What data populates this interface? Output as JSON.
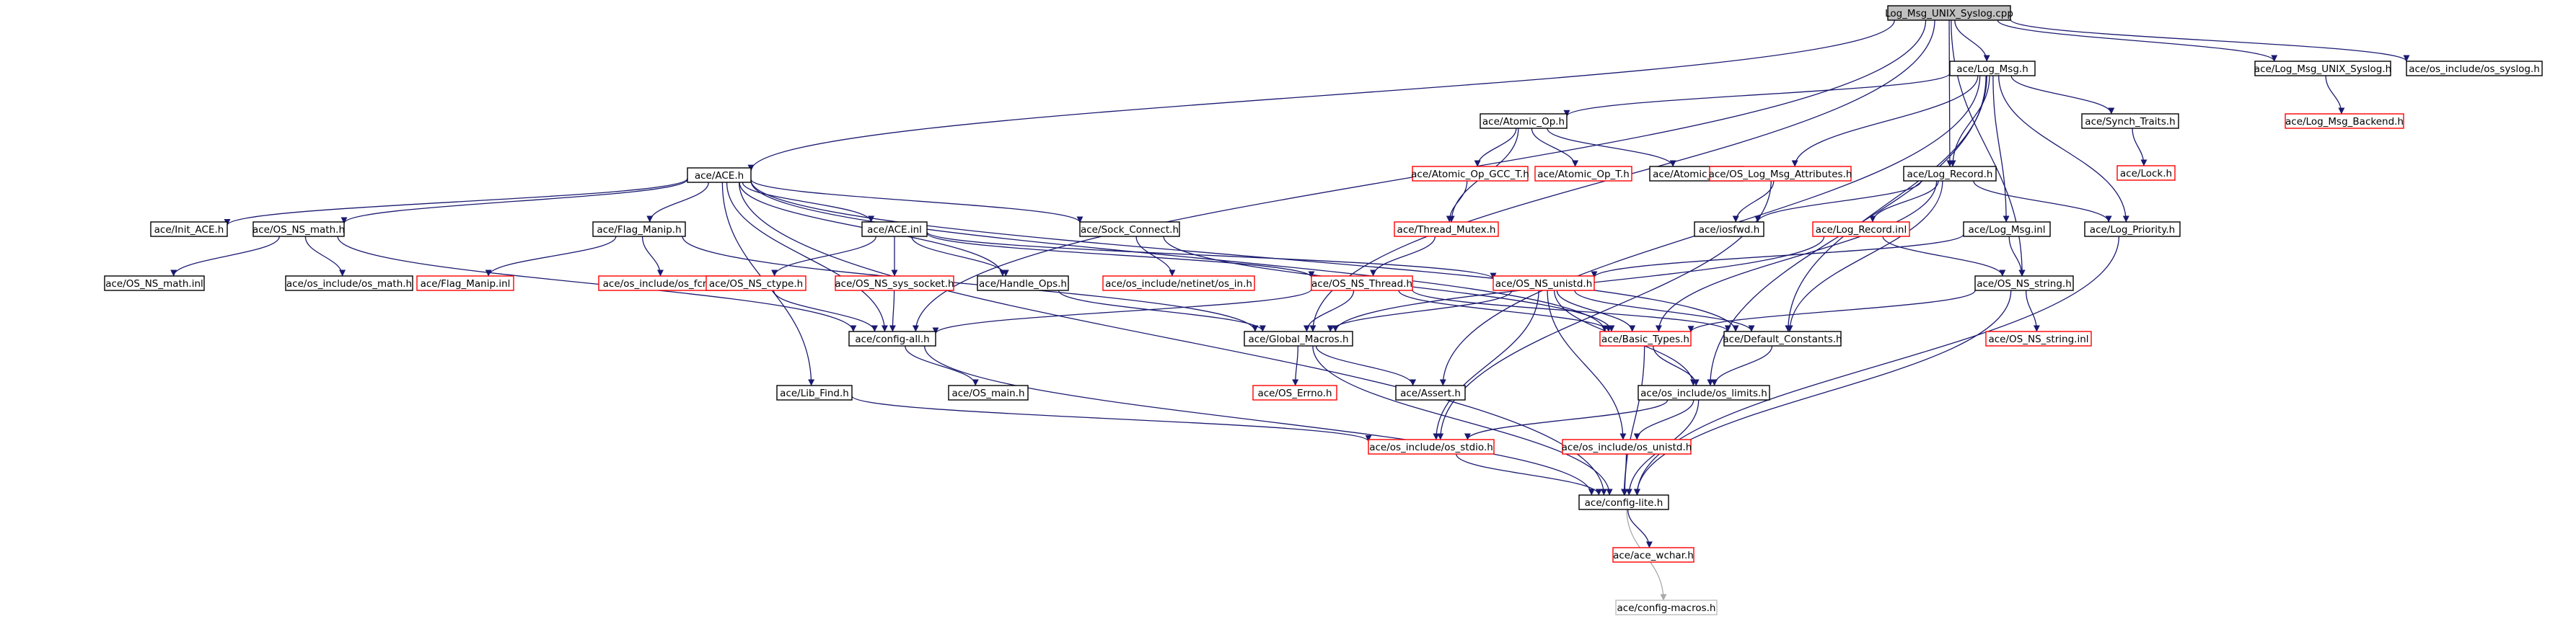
{
  "graph": {
    "nodes": [
      {
        "id": "root",
        "label": "Log_Msg_UNIX_Syslog.cpp",
        "style": "root"
      },
      {
        "id": "logmsg",
        "label": "ace/Log_Msg.h",
        "style": "black"
      },
      {
        "id": "unixsyslog",
        "label": "ace/Log_Msg_UNIX_Syslog.h",
        "style": "black"
      },
      {
        "id": "ossyslog",
        "label": "ace/os_include/os_syslog.h",
        "style": "black"
      },
      {
        "id": "backend",
        "label": "ace/Log_Msg_Backend.h",
        "style": "red"
      },
      {
        "id": "atomicop",
        "label": "ace/Atomic_Op.h",
        "style": "black"
      },
      {
        "id": "synchtraits",
        "label": "ace/Synch_Traits.h",
        "style": "black"
      },
      {
        "id": "lock",
        "label": "ace/Lock.h",
        "style": "red"
      },
      {
        "id": "aceh",
        "label": "ace/ACE.h",
        "style": "black"
      },
      {
        "id": "atomicgcc",
        "label": "ace/Atomic_Op_GCC_T.h",
        "style": "red"
      },
      {
        "id": "atomict",
        "label": "ace/Atomic_Op_T.h",
        "style": "red"
      },
      {
        "id": "atomicinl",
        "label": "ace/Atomic_Op.inl",
        "style": "black"
      },
      {
        "id": "oslogmsgattr",
        "label": "ace/OS_Log_Msg_Attributes.h",
        "style": "red"
      },
      {
        "id": "logrecord",
        "label": "ace/Log_Record.h",
        "style": "black"
      },
      {
        "id": "threadmutex",
        "label": "ace/Thread_Mutex.h",
        "style": "red"
      },
      {
        "id": "initace",
        "label": "ace/Init_ACE.h",
        "style": "black"
      },
      {
        "id": "osnsmath",
        "label": "ace/OS_NS_math.h",
        "style": "black"
      },
      {
        "id": "flagmanip",
        "label": "ace/Flag_Manip.h",
        "style": "black"
      },
      {
        "id": "aceinl",
        "label": "ace/ACE.inl",
        "style": "black"
      },
      {
        "id": "sockconnect",
        "label": "ace/Sock_Connect.h",
        "style": "black"
      },
      {
        "id": "iosfwd",
        "label": "ace/iosfwd.h",
        "style": "black"
      },
      {
        "id": "logrecordinl",
        "label": "ace/Log_Record.inl",
        "style": "red"
      },
      {
        "id": "logmsginl",
        "label": "ace/Log_Msg.inl",
        "style": "black"
      },
      {
        "id": "logpriority",
        "label": "ace/Log_Priority.h",
        "style": "black"
      },
      {
        "id": "osnsmathinl",
        "label": "ace/OS_NS_math.inl",
        "style": "black"
      },
      {
        "id": "osmath",
        "label": "ace/os_include/os_math.h",
        "style": "black"
      },
      {
        "id": "flagmanipinl",
        "label": "ace/Flag_Manip.inl",
        "style": "red"
      },
      {
        "id": "osfcntl",
        "label": "ace/os_include/os_fcntl.h",
        "style": "red"
      },
      {
        "id": "osnsctype",
        "label": "ace/OS_NS_ctype.h",
        "style": "red"
      },
      {
        "id": "osnssyssocket",
        "label": "ace/OS_NS_sys_socket.h",
        "style": "red"
      },
      {
        "id": "handleops",
        "label": "ace/Handle_Ops.h",
        "style": "black"
      },
      {
        "id": "osin",
        "label": "ace/os_include/netinet/os_in.h",
        "style": "red"
      },
      {
        "id": "osnsthread",
        "label": "ace/OS_NS_Thread.h",
        "style": "red"
      },
      {
        "id": "osnsunistd",
        "label": "ace/OS_NS_unistd.h",
        "style": "red"
      },
      {
        "id": "osnsstring",
        "label": "ace/OS_NS_string.h",
        "style": "black"
      },
      {
        "id": "configall",
        "label": "ace/config-all.h",
        "style": "black"
      },
      {
        "id": "globalmacros",
        "label": "ace/Global_Macros.h",
        "style": "black"
      },
      {
        "id": "basictypes",
        "label": "ace/Basic_Types.h",
        "style": "red"
      },
      {
        "id": "defaultconstants",
        "label": "ace/Default_Constants.h",
        "style": "black"
      },
      {
        "id": "osnsstringinl",
        "label": "ace/OS_NS_string.inl",
        "style": "red"
      },
      {
        "id": "libfind",
        "label": "ace/Lib_Find.h",
        "style": "black"
      },
      {
        "id": "osmain",
        "label": "ace/OS_main.h",
        "style": "black"
      },
      {
        "id": "oserrno",
        "label": "ace/OS_Errno.h",
        "style": "red"
      },
      {
        "id": "assert",
        "label": "ace/Assert.h",
        "style": "black"
      },
      {
        "id": "oslimits",
        "label": "ace/os_include/os_limits.h",
        "style": "black"
      },
      {
        "id": "osstdio",
        "label": "ace/os_include/os_stdio.h",
        "style": "red"
      },
      {
        "id": "osunistd",
        "label": "ace/os_include/os_unistd.h",
        "style": "red"
      },
      {
        "id": "configlite",
        "label": "ace/config-lite.h",
        "style": "black"
      },
      {
        "id": "acewchar",
        "label": "ace/ace_wchar.h",
        "style": "red"
      },
      {
        "id": "configmacros",
        "label": "ace/config-macros.h",
        "style": "gray"
      }
    ],
    "edges": [
      [
        "root",
        "logmsg"
      ],
      [
        "root",
        "unixsyslog"
      ],
      [
        "root",
        "ossyslog"
      ],
      [
        "root",
        "aceh"
      ],
      [
        "root",
        "configall"
      ],
      [
        "root",
        "globalmacros"
      ],
      [
        "root",
        "logrecord"
      ],
      [
        "root",
        "osnsstring"
      ],
      [
        "unixsyslog",
        "backend"
      ],
      [
        "logmsg",
        "atomicop"
      ],
      [
        "logmsg",
        "synchtraits"
      ],
      [
        "logmsg",
        "oslogmsgattr"
      ],
      [
        "logmsg",
        "logrecord"
      ],
      [
        "logmsg",
        "logmsginl"
      ],
      [
        "logmsg",
        "logpriority"
      ],
      [
        "logmsg",
        "defaultconstants"
      ],
      [
        "logmsg",
        "oslimits"
      ],
      [
        "logmsg",
        "assert"
      ],
      [
        "synchtraits",
        "lock"
      ],
      [
        "atomicop",
        "atomicgcc"
      ],
      [
        "atomicop",
        "atomict"
      ],
      [
        "atomicop",
        "atomicinl"
      ],
      [
        "atomicop",
        "threadmutex"
      ],
      [
        "atomicgcc",
        "threadmutex"
      ],
      [
        "threadmutex",
        "osnsthread"
      ],
      [
        "aceh",
        "initace"
      ],
      [
        "aceh",
        "osnsmath"
      ],
      [
        "aceh",
        "flagmanip"
      ],
      [
        "aceh",
        "aceinl"
      ],
      [
        "aceh",
        "sockconnect"
      ],
      [
        "aceh",
        "configall"
      ],
      [
        "aceh",
        "libfind"
      ],
      [
        "aceh",
        "defaultconstants"
      ],
      [
        "aceh",
        "handleops"
      ],
      [
        "aceh",
        "basictypes"
      ],
      [
        "aceh",
        "configlite"
      ],
      [
        "osnsmath",
        "osnsmathinl"
      ],
      [
        "osnsmath",
        "osmath"
      ],
      [
        "osnsmath",
        "configall"
      ],
      [
        "flagmanip",
        "flagmanipinl"
      ],
      [
        "flagmanip",
        "osfcntl"
      ],
      [
        "flagmanip",
        "globalmacros"
      ],
      [
        "aceinl",
        "osnsctype"
      ],
      [
        "aceinl",
        "osnssyssocket"
      ],
      [
        "aceinl",
        "handleops"
      ],
      [
        "aceinl",
        "osnsthread"
      ],
      [
        "aceinl",
        "osnsunistd"
      ],
      [
        "sockconnect",
        "osin"
      ],
      [
        "sockconnect",
        "basictypes"
      ],
      [
        "osnsctype",
        "configall"
      ],
      [
        "osnssyssocket",
        "configall"
      ],
      [
        "handleops",
        "globalmacros"
      ],
      [
        "osnsthread",
        "configall"
      ],
      [
        "osnsthread",
        "globalmacros"
      ],
      [
        "osnsthread",
        "basictypes"
      ],
      [
        "osnsthread",
        "defaultconstants"
      ],
      [
        "osnsunistd",
        "globalmacros"
      ],
      [
        "osnsunistd",
        "basictypes"
      ],
      [
        "osnsunistd",
        "osstdio"
      ],
      [
        "osnsunistd",
        "osunistd"
      ],
      [
        "osnsunistd",
        "oslimits"
      ],
      [
        "osnsunistd",
        "defaultconstants"
      ],
      [
        "logrecord",
        "iosfwd"
      ],
      [
        "logrecord",
        "logrecordinl"
      ],
      [
        "logrecord",
        "logpriority"
      ],
      [
        "logrecord",
        "basictypes"
      ],
      [
        "logrecord",
        "defaultconstants"
      ],
      [
        "oslogmsgattr",
        "iosfwd"
      ],
      [
        "oslogmsgattr",
        "osstdio"
      ],
      [
        "logrecordinl",
        "osnsstring"
      ],
      [
        "logrecordinl",
        "globalmacros"
      ],
      [
        "logmsginl",
        "osnsstring"
      ],
      [
        "logmsginl",
        "osnsunistd"
      ],
      [
        "osnsstring",
        "osnsstringinl"
      ],
      [
        "osnsstring",
        "basictypes"
      ],
      [
        "osnsstring",
        "configlite"
      ],
      [
        "logpriority",
        "configlite"
      ],
      [
        "configall",
        "osmain"
      ],
      [
        "configall",
        "configlite"
      ],
      [
        "globalmacros",
        "oserrno"
      ],
      [
        "globalmacros",
        "assert"
      ],
      [
        "globalmacros",
        "configlite"
      ],
      [
        "libfind",
        "osstdio"
      ],
      [
        "basictypes",
        "oslimits"
      ],
      [
        "basictypes",
        "configlite"
      ],
      [
        "defaultconstants",
        "oslimits"
      ],
      [
        "oslimits",
        "osstdio"
      ],
      [
        "oslimits",
        "osunistd"
      ],
      [
        "oslimits",
        "configlite"
      ],
      [
        "osstdio",
        "configlite"
      ],
      [
        "osunistd",
        "configlite"
      ],
      [
        "configlite",
        "acewchar"
      ],
      [
        "configlite",
        "configmacros"
      ]
    ]
  }
}
